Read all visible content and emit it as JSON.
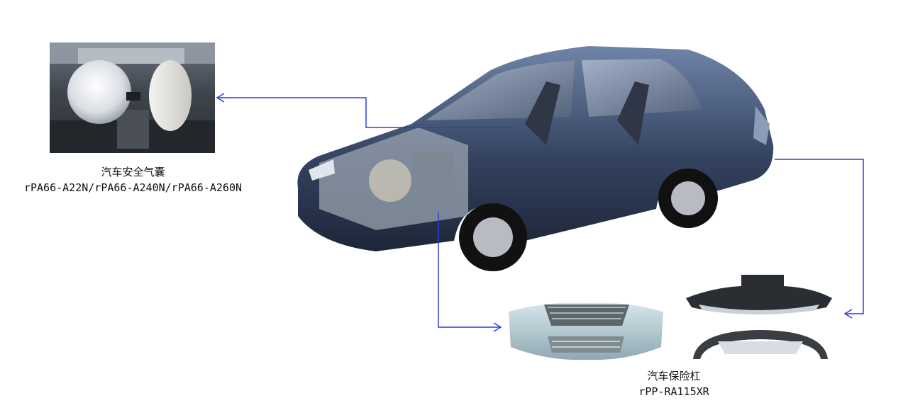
{
  "airbag": {
    "title": "汽车安全气囊",
    "grades": "rPA66-A22N/rPA66-A240N/rPA66-A260N"
  },
  "bumper": {
    "title": "汽车保险杠",
    "grade": "rPP-RA115XR"
  },
  "colors": {
    "arrow": "#2b3fd6",
    "car_body": "#3a4a6b"
  }
}
